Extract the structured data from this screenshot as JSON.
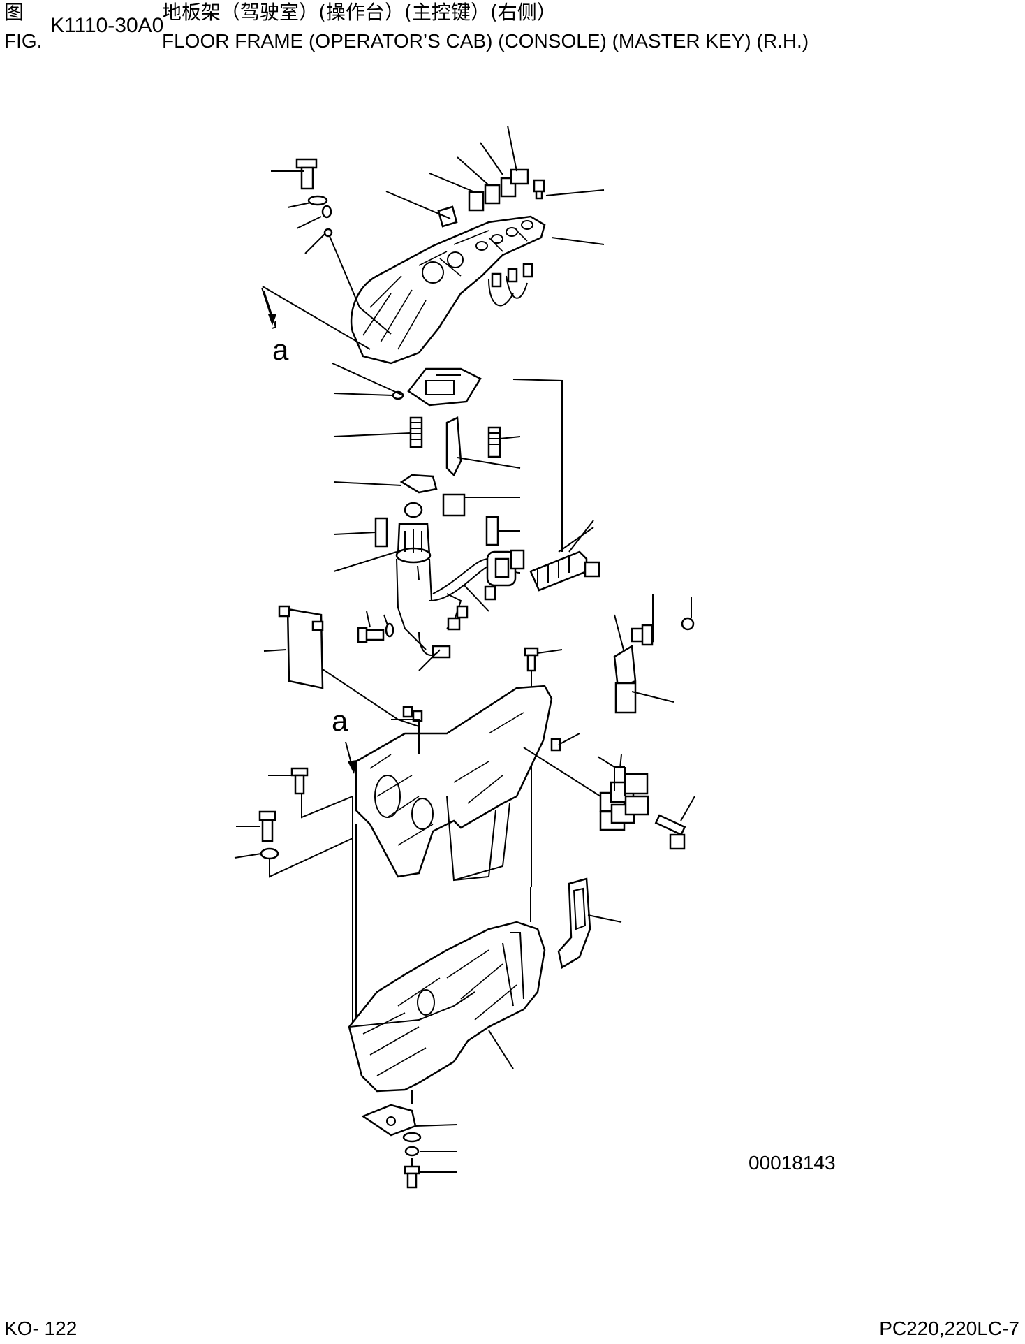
{
  "header": {
    "label_zh": "图",
    "label_fig": "FIG.",
    "figure_number": "K1110-30A0",
    "title_zh": "地板架（驾驶室）(操作台）(主控键）(右侧）",
    "title_en": "FLOOR FRAME (OPERATOR’S CAB) (CONSOLE) (MASTER KEY) (R.H.)"
  },
  "diagram": {
    "view_marker_top": "a",
    "view_marker_mid": "a",
    "image_reference": "00018143"
  },
  "footer": {
    "page_number": "KO- 122",
    "model": "PC220,220LC-7"
  }
}
